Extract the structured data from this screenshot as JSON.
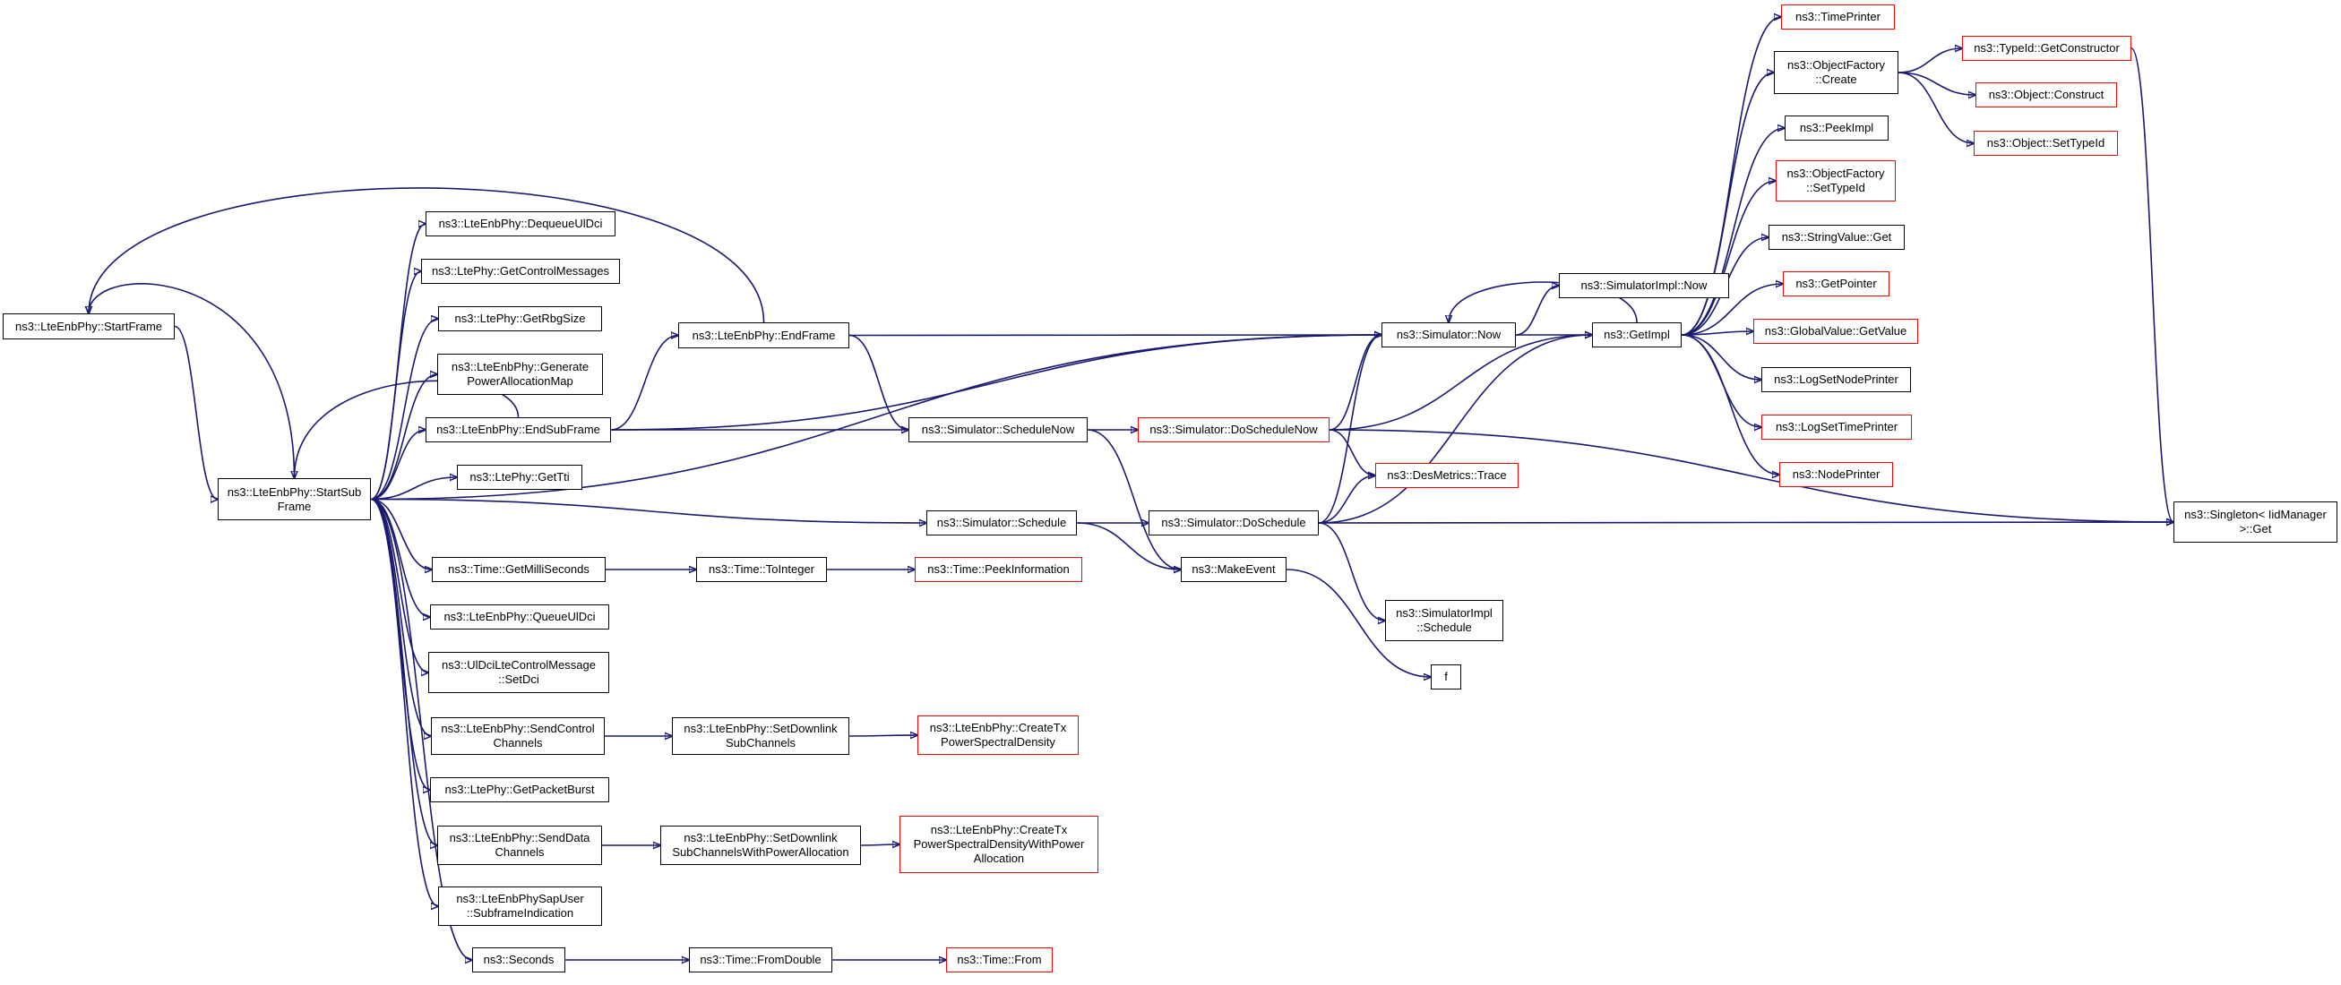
{
  "colors": {
    "edge": "#191970",
    "node_border": "#000000",
    "truncated_border": "#ff0000",
    "root_fill": "#bfbfbf",
    "background": "#ffffff"
  },
  "nodes": {
    "start_frame": {
      "label": "ns3::LteEnbPhy::StartFrame",
      "style": "root"
    },
    "start_sub_frame": {
      "label": "ns3::LteEnbPhy::StartSub\nFrame",
      "style": "normal"
    },
    "dequeue_ul_dci": {
      "label": "ns3::LteEnbPhy::DequeueUlDci",
      "style": "normal"
    },
    "get_control_messages": {
      "label": "ns3::LtePhy::GetControlMessages",
      "style": "normal"
    },
    "get_rbg_size": {
      "label": "ns3::LtePhy::GetRbgSize",
      "style": "normal"
    },
    "generate_power_allocation_map": {
      "label": "ns3::LteEnbPhy::Generate\nPowerAllocationMap",
      "style": "normal"
    },
    "end_sub_frame": {
      "label": "ns3::LteEnbPhy::EndSubFrame",
      "style": "normal"
    },
    "get_tti": {
      "label": "ns3::LtePhy::GetTti",
      "style": "normal"
    },
    "get_milli_seconds": {
      "label": "ns3::Time::GetMilliSeconds",
      "style": "normal"
    },
    "queue_ul_dci": {
      "label": "ns3::LteEnbPhy::QueueUlDci",
      "style": "normal"
    },
    "set_dci": {
      "label": "ns3::UlDciLteControlMessage\n::SetDci",
      "style": "normal"
    },
    "send_control_channels": {
      "label": "ns3::LteEnbPhy::SendControl\nChannels",
      "style": "normal"
    },
    "get_packet_burst": {
      "label": "ns3::LtePhy::GetPacketBurst",
      "style": "normal"
    },
    "send_data_channels": {
      "label": "ns3::LteEnbPhy::SendData\nChannels",
      "style": "normal"
    },
    "subframe_indication": {
      "label": "ns3::LteEnbPhySapUser\n::SubframeIndication",
      "style": "normal"
    },
    "seconds": {
      "label": "ns3::Seconds",
      "style": "normal"
    },
    "end_frame": {
      "label": "ns3::LteEnbPhy::EndFrame",
      "style": "normal"
    },
    "schedule_now": {
      "label": "ns3::Simulator::ScheduleNow",
      "style": "normal"
    },
    "schedule": {
      "label": "ns3::Simulator::Schedule",
      "style": "normal"
    },
    "to_integer": {
      "label": "ns3::Time::ToInteger",
      "style": "normal"
    },
    "set_downlink_sub_channels": {
      "label": "ns3::LteEnbPhy::SetDownlink\nSubChannels",
      "style": "normal"
    },
    "set_downlink_sub_channels_wpa": {
      "label": "ns3::LteEnbPhy::SetDownlink\nSubChannelsWithPowerAllocation",
      "style": "normal"
    },
    "from_double": {
      "label": "ns3::Time::FromDouble",
      "style": "normal"
    },
    "do_schedule_now": {
      "label": "ns3::Simulator::DoScheduleNow",
      "style": "red"
    },
    "peek_information": {
      "label": "ns3::Time::PeekInformation",
      "style": "red"
    },
    "create_tx_psd": {
      "label": "ns3::LteEnbPhy::CreateTx\nPowerSpectralDensity",
      "style": "red"
    },
    "create_tx_psd_wpa": {
      "label": "ns3::LteEnbPhy::CreateTx\nPowerSpectralDensityWithPower\nAllocation",
      "style": "red"
    },
    "time_from": {
      "label": "ns3::Time::From",
      "style": "red"
    },
    "do_schedule": {
      "label": "ns3::Simulator::DoSchedule",
      "style": "normal"
    },
    "make_event": {
      "label": "ns3::MakeEvent",
      "style": "normal"
    },
    "simulator_now": {
      "label": "ns3::Simulator::Now",
      "style": "normal"
    },
    "simulator_impl_now": {
      "label": "ns3::SimulatorImpl::Now",
      "style": "normal"
    },
    "simulator_impl_schedule": {
      "label": "ns3::SimulatorImpl\n::Schedule",
      "style": "normal"
    },
    "f": {
      "label": "f",
      "style": "normal"
    },
    "des_metrics_trace": {
      "label": "ns3::DesMetrics::Trace",
      "style": "red"
    },
    "get_impl": {
      "label": "ns3::GetImpl",
      "style": "normal"
    },
    "time_printer": {
      "label": "ns3::TimePrinter",
      "style": "red"
    },
    "object_factory_create": {
      "label": "ns3::ObjectFactory\n::Create",
      "style": "normal"
    },
    "peek_impl": {
      "label": "ns3::PeekImpl",
      "style": "normal"
    },
    "object_factory_set_type_id": {
      "label": "ns3::ObjectFactory\n::SetTypeId",
      "style": "red"
    },
    "string_value_get": {
      "label": "ns3::StringValue::Get",
      "style": "normal"
    },
    "get_pointer": {
      "label": "ns3::GetPointer",
      "style": "red"
    },
    "global_value_get_value": {
      "label": "ns3::GlobalValue::GetValue",
      "style": "red"
    },
    "log_set_node_printer": {
      "label": "ns3::LogSetNodePrinter",
      "style": "normal"
    },
    "log_set_time_printer": {
      "label": "ns3::LogSetTimePrinter",
      "style": "red"
    },
    "node_printer": {
      "label": "ns3::NodePrinter",
      "style": "red"
    },
    "type_id_get_constructor": {
      "label": "ns3::TypeId::GetConstructor",
      "style": "red"
    },
    "object_construct": {
      "label": "ns3::Object::Construct",
      "style": "red"
    },
    "object_set_type_id": {
      "label": "ns3::Object::SetTypeId",
      "style": "red"
    },
    "singleton_get": {
      "label": "ns3::Singleton< IidManager\n >::Get",
      "style": "normal"
    }
  },
  "edges": [
    [
      "start_frame",
      "start_sub_frame"
    ],
    [
      "start_sub_frame",
      "dequeue_ul_dci"
    ],
    [
      "start_sub_frame",
      "get_control_messages"
    ],
    [
      "start_sub_frame",
      "get_rbg_size"
    ],
    [
      "start_sub_frame",
      "generate_power_allocation_map"
    ],
    [
      "start_sub_frame",
      "end_sub_frame"
    ],
    [
      "start_sub_frame",
      "get_tti"
    ],
    [
      "start_sub_frame",
      "get_milli_seconds"
    ],
    [
      "start_sub_frame",
      "queue_ul_dci"
    ],
    [
      "start_sub_frame",
      "set_dci"
    ],
    [
      "start_sub_frame",
      "send_control_channels"
    ],
    [
      "start_sub_frame",
      "get_packet_burst"
    ],
    [
      "start_sub_frame",
      "send_data_channels"
    ],
    [
      "start_sub_frame",
      "subframe_indication"
    ],
    [
      "start_sub_frame",
      "seconds"
    ],
    [
      "start_sub_frame",
      "simulator_now"
    ],
    [
      "start_sub_frame",
      "schedule"
    ],
    [
      "start_sub_frame",
      "start_frame"
    ],
    [
      "end_sub_frame",
      "end_frame"
    ],
    [
      "end_sub_frame",
      "start_sub_frame"
    ],
    [
      "end_sub_frame",
      "schedule_now"
    ],
    [
      "end_sub_frame",
      "simulator_now"
    ],
    [
      "end_frame",
      "start_frame"
    ],
    [
      "end_frame",
      "schedule_now"
    ],
    [
      "end_frame",
      "simulator_now"
    ],
    [
      "get_milli_seconds",
      "to_integer"
    ],
    [
      "to_integer",
      "peek_information"
    ],
    [
      "send_control_channels",
      "set_downlink_sub_channels"
    ],
    [
      "set_downlink_sub_channels",
      "create_tx_psd"
    ],
    [
      "send_data_channels",
      "set_downlink_sub_channels_wpa"
    ],
    [
      "set_downlink_sub_channels_wpa",
      "create_tx_psd_wpa"
    ],
    [
      "seconds",
      "from_double"
    ],
    [
      "from_double",
      "time_from"
    ],
    [
      "schedule_now",
      "do_schedule_now"
    ],
    [
      "schedule_now",
      "make_event"
    ],
    [
      "schedule",
      "do_schedule"
    ],
    [
      "schedule",
      "make_event"
    ],
    [
      "do_schedule_now",
      "simulator_now"
    ],
    [
      "do_schedule_now",
      "get_impl"
    ],
    [
      "do_schedule_now",
      "des_metrics_trace"
    ],
    [
      "do_schedule_now",
      "singleton_get"
    ],
    [
      "do_schedule",
      "simulator_now"
    ],
    [
      "do_schedule",
      "get_impl"
    ],
    [
      "do_schedule",
      "des_metrics_trace"
    ],
    [
      "do_schedule",
      "simulator_impl_schedule"
    ],
    [
      "do_schedule",
      "singleton_get"
    ],
    [
      "make_event",
      "f"
    ],
    [
      "simulator_now",
      "simulator_impl_now"
    ],
    [
      "simulator_now",
      "get_impl"
    ],
    [
      "get_impl",
      "time_printer"
    ],
    [
      "get_impl",
      "object_factory_create"
    ],
    [
      "get_impl",
      "peek_impl"
    ],
    [
      "get_impl",
      "object_factory_set_type_id"
    ],
    [
      "get_impl",
      "string_value_get"
    ],
    [
      "get_impl",
      "get_pointer"
    ],
    [
      "get_impl",
      "global_value_get_value"
    ],
    [
      "get_impl",
      "log_set_node_printer"
    ],
    [
      "get_impl",
      "log_set_time_printer"
    ],
    [
      "get_impl",
      "node_printer"
    ],
    [
      "get_impl",
      "simulator_now"
    ],
    [
      "object_factory_create",
      "type_id_get_constructor"
    ],
    [
      "object_factory_create",
      "object_construct"
    ],
    [
      "object_factory_create",
      "object_set_type_id"
    ],
    [
      "type_id_get_constructor",
      "singleton_get"
    ]
  ]
}
